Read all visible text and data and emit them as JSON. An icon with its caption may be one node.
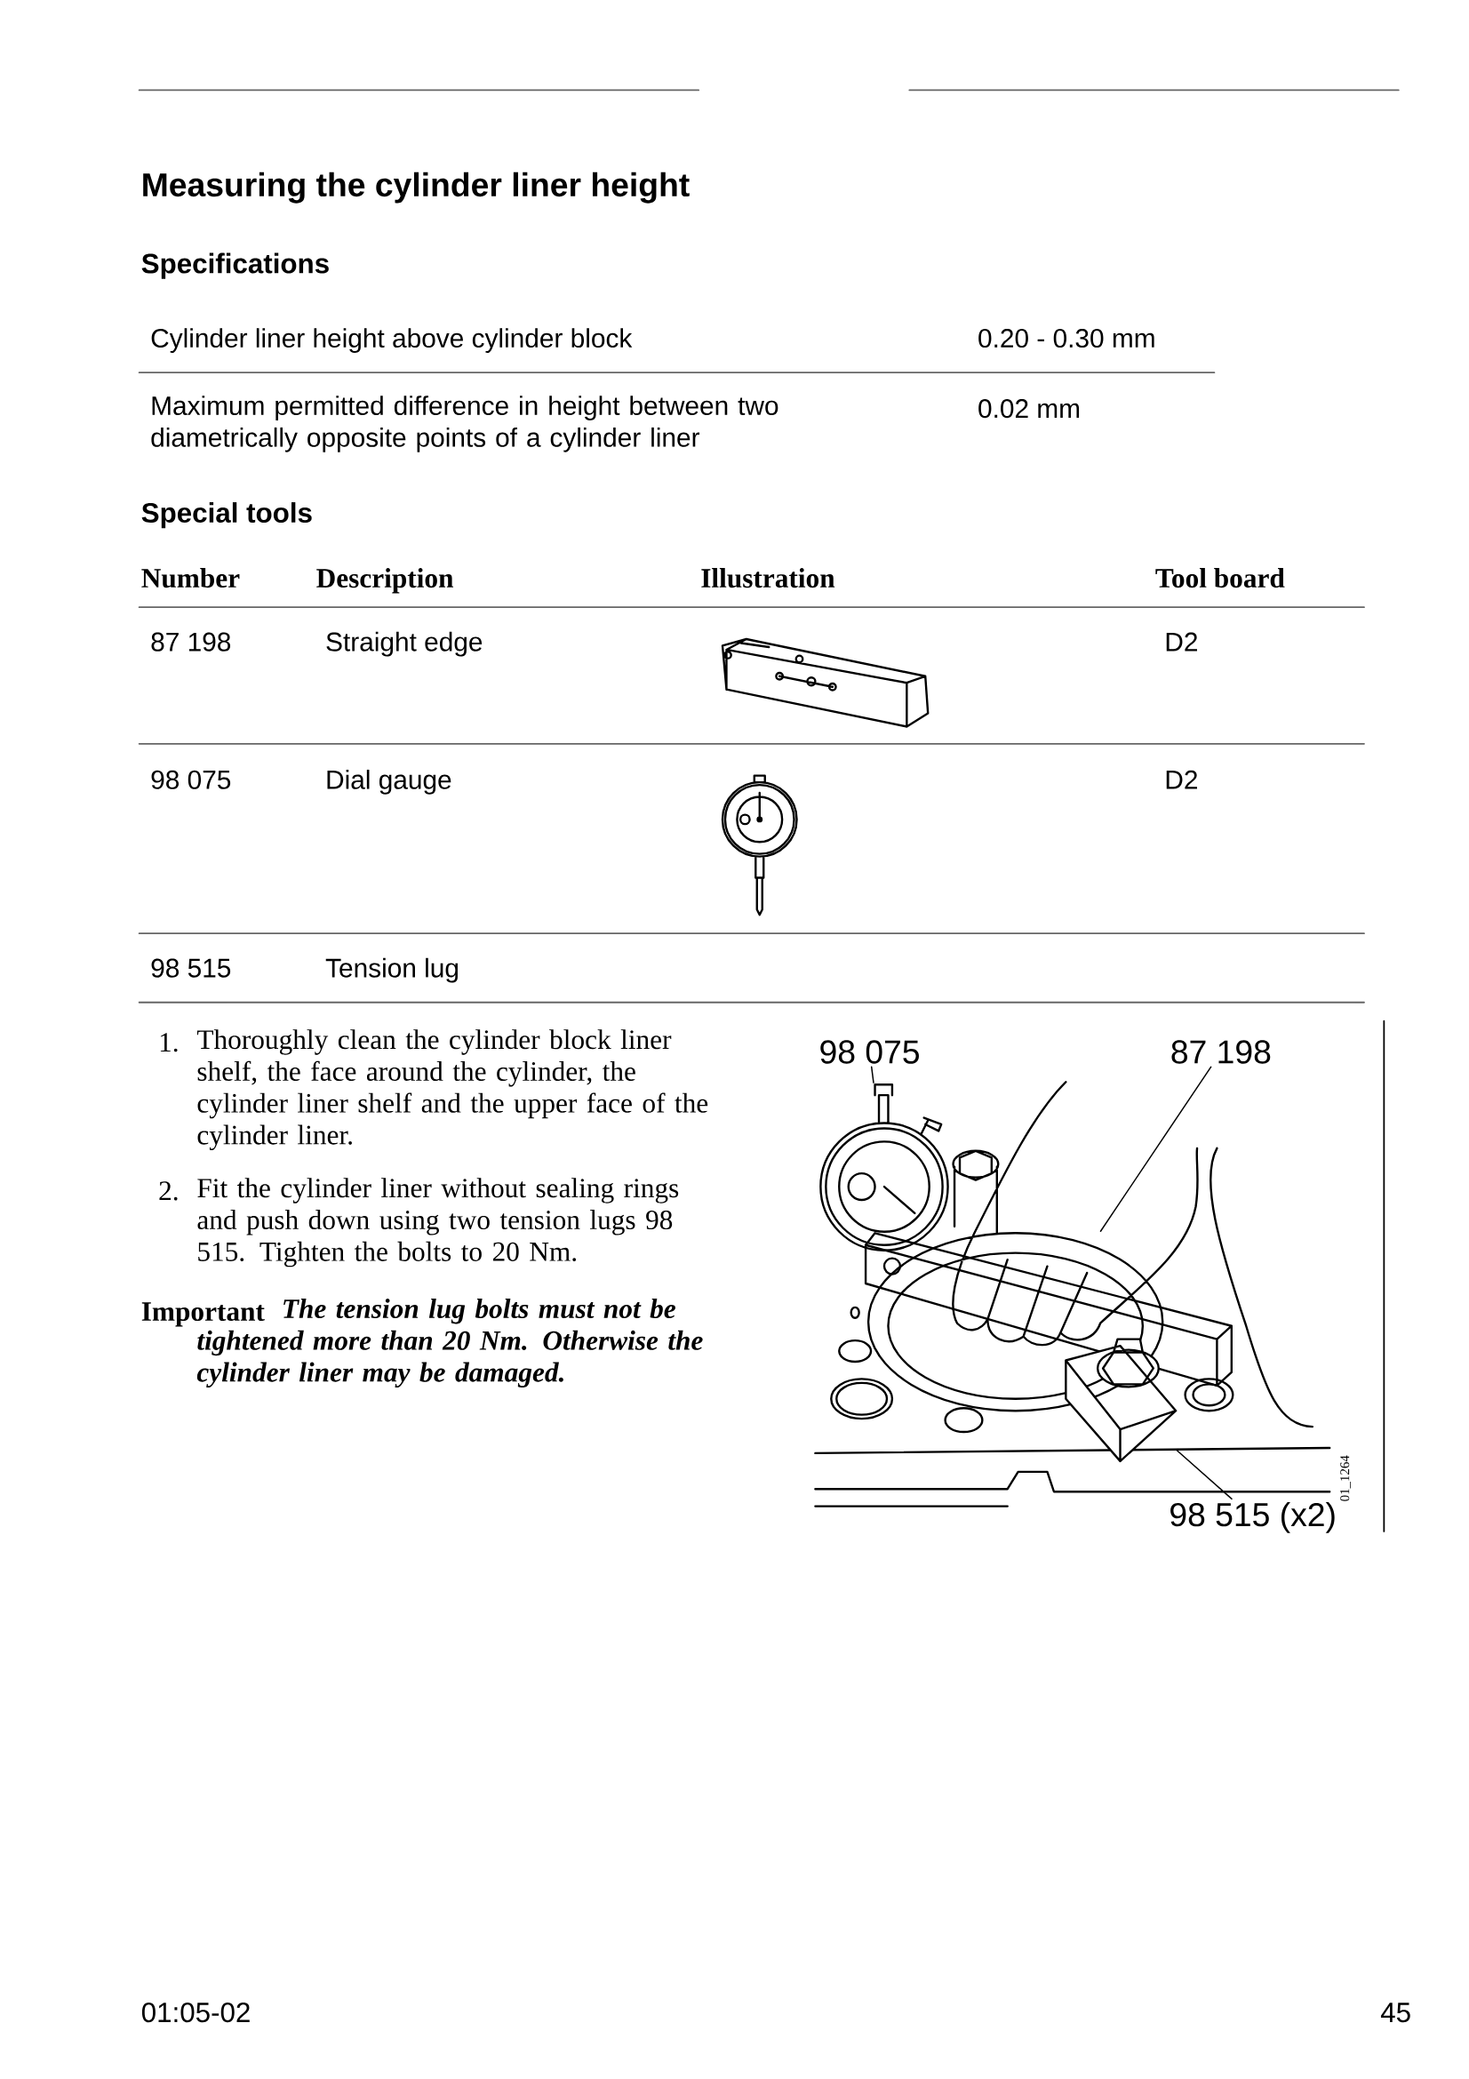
{
  "diagram": {
    "title": "Measuring the cylinder liner height",
    "nodes": [
      {
        "text": [
          "98 075"
        ]
      },
      {
        "text": [
          "87 198"
        ]
      },
      {
        "text": [
          "98 515 (x2)"
        ]
      },
      {
        "text": [],
        "shape": "picture"
      },
      {
        "text": [],
        "shape": "picture"
      },
      {
        "text": [],
        "shape": "picture"
      }
    ],
    "edges": [
      {
        "from": 0,
        "to": 3,
        "arrow": "none"
      },
      {
        "from": 1,
        "to": 4,
        "arrow": "none"
      },
      {
        "from": 2,
        "to": 5,
        "arrow": "none"
      }
    ],
    "labels": [
      "Specifications",
      "Cylinder liner height above cylinder block",
      "0.20 - 0.30 mm",
      "Maximum permitted difference in height between two diametrically opposite points of a cylinder liner",
      "0.02 mm",
      "Special tools",
      "Number",
      "Description",
      "Illustration",
      "Tool board",
      "87 198",
      "Straight edge",
      "D2",
      "98 075",
      "Dial gauge",
      "D2",
      "98 515",
      "Tension lug",
      "1.",
      "Thoroughly clean the cylinder block liner shelf, the face around the cylinder, the cylinder liner shelf and the upper face of the cylinder liner.",
      "2.",
      "Fit the cylinder liner without sealing rings and push down using two tension lugs 98 515. Tighten the bolts to 20 Nm.",
      "Important",
      "The tension lug bolts must not be tightened more than 20 Nm. Otherwise the cylinder liner may be damaged.",
      "01_1264",
      "01:05-02",
      "45"
    ]
  }
}
